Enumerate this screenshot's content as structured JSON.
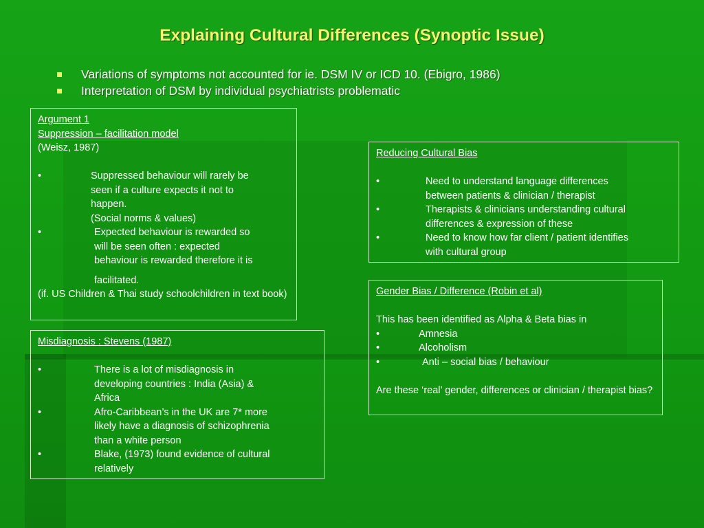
{
  "title": "Explaining Cultural Differences (Synoptic Issue)",
  "bullets": [
    "Variations of symptoms not accounted for ie. DSM IV or ICD 10. (Ebigro, 1986)",
    "Interpretation of DSM by individual psychiatrists problematic"
  ],
  "argument": {
    "heading": "Argument 1",
    "model": "Suppression – facilitation model",
    "citation": "(Weisz, 1987)",
    "items": [
      [
        "Suppressed behaviour will rarely be",
        "seen if a culture expects it not to",
        "happen.",
        "(Social norms & values)"
      ],
      [
        "Expected behaviour is rewarded so",
        "will be seen often : expected",
        "behaviour is rewarded therefore it is",
        "facilitated."
      ]
    ],
    "note": "(if. US Children & Thai study  schoolchildren in text book)"
  },
  "misdiagnosis": {
    "heading": "Misdiagnosis : Stevens (1987)",
    "items": [
      [
        "There is a lot of misdiagnosis in",
        "developing countries : India (Asia) &",
        "Africa"
      ],
      [
        "Afro-Caribbean’s in the UK are 7* more",
        "likely have a diagnosis of schizophrenia",
        "than a white person"
      ],
      [
        "Blake, (1973) found evidence of cultural",
        "relatively"
      ]
    ]
  },
  "reducing": {
    "heading": "Reducing Cultural Bias",
    "items": [
      [
        "Need to understand language differences",
        "between patients & clinician / therapist"
      ],
      [
        "Therapists & clinicians understanding cultural",
        "differences & expression of these"
      ],
      [
        "Need to know how far client / patient identifies",
        "with cultural group"
      ]
    ]
  },
  "gender": {
    "heading": "Gender Bias / Difference (Robin et al)",
    "intro": "This has been identified as Alpha & Beta bias in",
    "items": [
      "Amnesia",
      "Alcoholism",
      "Anti – social bias / behaviour"
    ],
    "question": "Are these ‘real’ gender, differences or clinician / therapist bias?"
  },
  "bullet_symbol": "•"
}
